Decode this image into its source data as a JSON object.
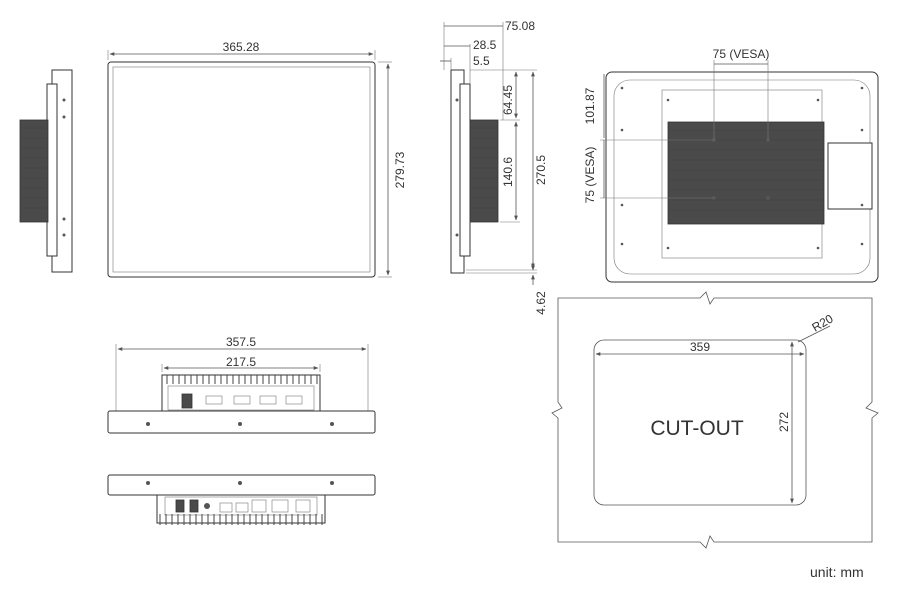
{
  "dimensions": {
    "front_width": "365.28",
    "front_height": "279.73",
    "side_depth": "75.08",
    "side_offset_a": "28.5",
    "side_offset_b": "5.5",
    "side_top_gap": "64.45",
    "side_mid_height": "140.6",
    "side_total_height": "270.5",
    "side_bottom_gap": "4.62",
    "rear_vesa_h": "75 (VESA)",
    "rear_vesa_v": "75 (VESA)",
    "rear_top_offset": "101.87",
    "bottom_width": "357.5",
    "bottom_inner_width": "217.5",
    "cutout_width": "359",
    "cutout_height": "272",
    "cutout_radius": "R20"
  },
  "labels": {
    "cutout": "CUT-OUT",
    "unit": "unit: mm"
  },
  "colors": {
    "line": "#555555",
    "panel": "#ffffff",
    "heatsink": "#4a4a4a",
    "text": "#333333"
  }
}
